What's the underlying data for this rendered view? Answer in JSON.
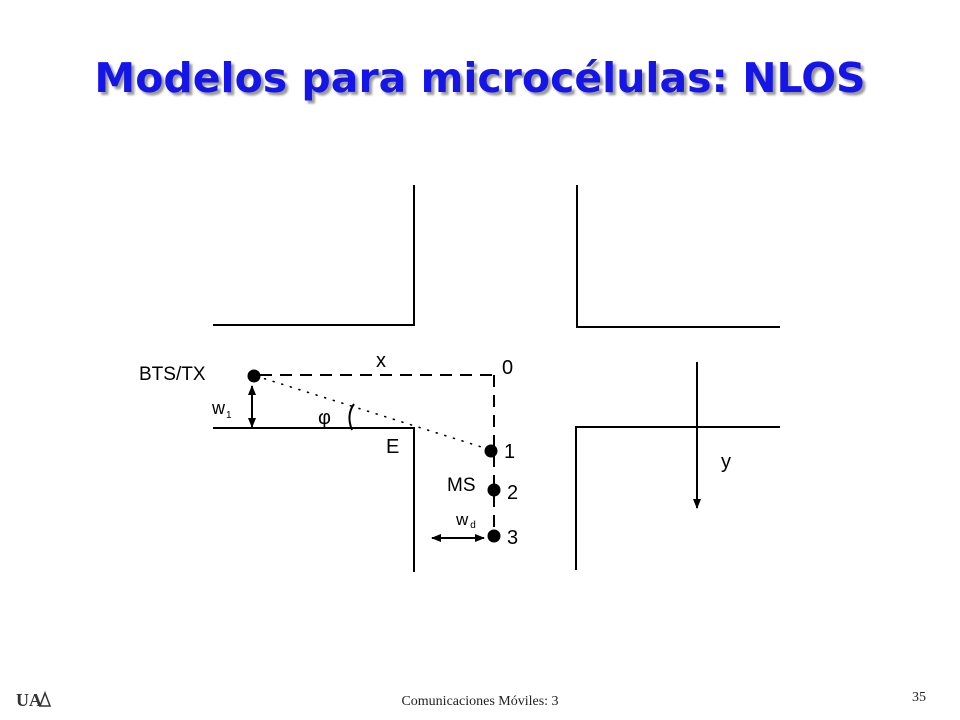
{
  "slide": {
    "title": "Modelos para microcélulas: NLOS",
    "footer": "Comunicaciones Móviles: 3",
    "page_number": "35",
    "logo_text": "UA",
    "title_color": "#1515e8"
  },
  "diagram": {
    "bts_label": "BTS/TX",
    "x_label": "x",
    "origin_label": "0",
    "w1_label": "w",
    "w1_sub": "1",
    "phi_label": "φ",
    "e_label": "E",
    "ms_label": "MS",
    "point_1": "1",
    "point_2": "2",
    "point_3": "3",
    "wd_label": "w",
    "wd_sub": "d",
    "y_label": "y"
  }
}
